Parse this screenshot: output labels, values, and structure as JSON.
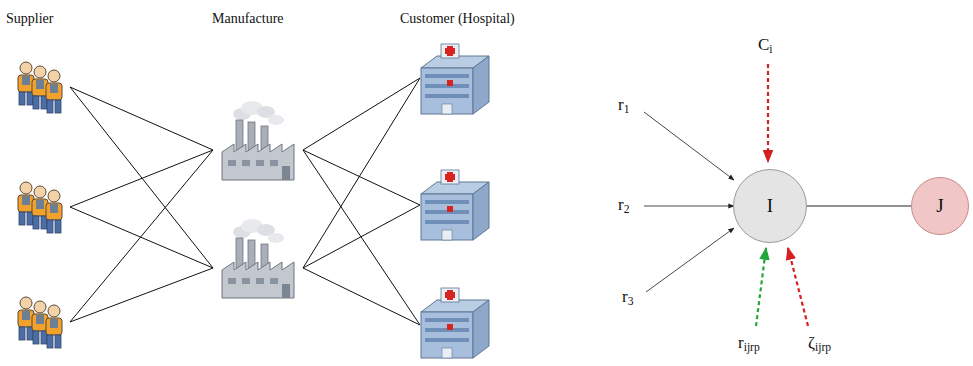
{
  "diagram": {
    "nodes": [
      {
        "text": [
          "I"
        ]
      },
      {
        "text": [
          "J"
        ]
      }
    ],
    "edges": [
      {
        "from": 0,
        "to": 1,
        "arrow": "none"
      }
    ],
    "labels": [
      "Supplier",
      "Manufacture",
      "Customer (Hospital)",
      "r1",
      "r2",
      "r3",
      "Ci",
      "rijrp",
      "ζijrp"
    ]
  }
}
